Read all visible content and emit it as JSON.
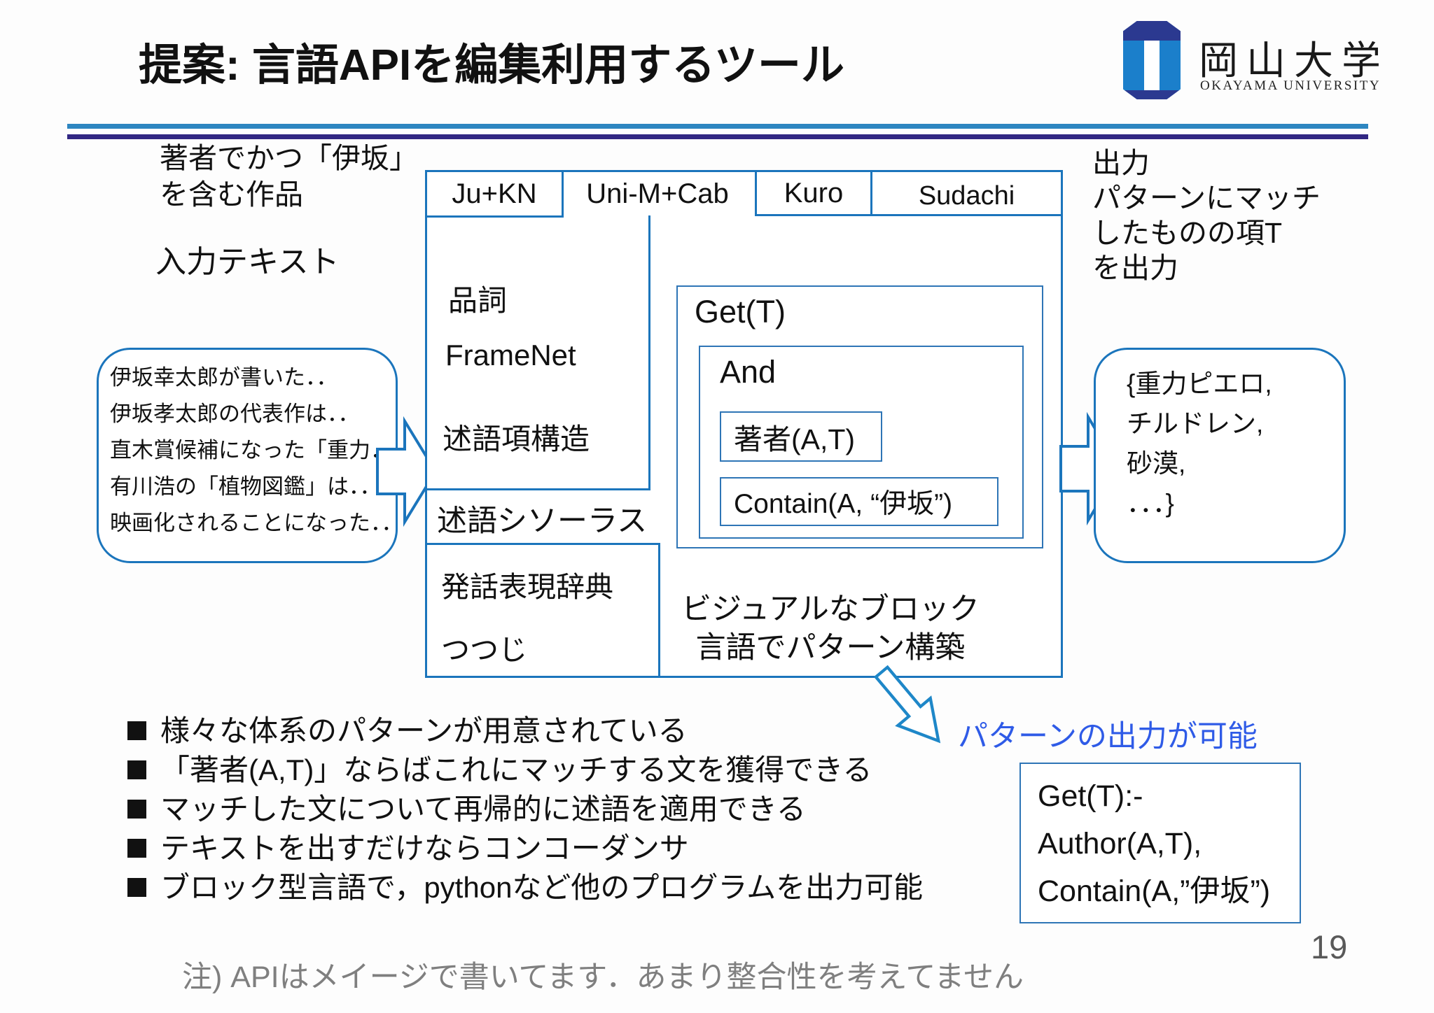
{
  "slide": {
    "title": "提案: 言語APIを編集利用するツール",
    "page_number": "19",
    "footnote": "注) APIはメイージで書いてます．あまり整合性を考えてません"
  },
  "logo": {
    "university_ja": "岡山大学",
    "university_en": "OKAYAMA UNIVERSITY"
  },
  "input": {
    "query_caption_line1": "著者でかつ「伊坂」",
    "query_caption_line2": "を含む作品",
    "label": "入力テキスト",
    "lines": [
      "伊坂幸太郎が書いた．．",
      "伊坂孝太郎の代表作は．．",
      "直木賞候補になった「重力．．",
      "有川浩の「植物図鑑」は．．",
      "映画化されることになった．．"
    ]
  },
  "tool": {
    "tabs": [
      "Ju+KN",
      "Uni-M+Cab",
      "Kuro",
      "Sudachi"
    ],
    "resources": [
      "品詞",
      "FrameNet",
      "述語項構造"
    ],
    "thesaurus": "述語シソーラス",
    "dictionaries": [
      "発話表現辞典",
      "つつじ"
    ],
    "pattern": {
      "get": "Get(T)",
      "and": "And",
      "author": "著者(A,T)",
      "contain": "Contain(A, “伊坂”)"
    },
    "caption_line1": "ビジュアルなブロック",
    "caption_line2": "言語でパターン構築"
  },
  "output": {
    "caption_lines": [
      "出力",
      "パターンにマッチ",
      "したものの項T",
      "を出力"
    ],
    "result_lines": [
      "{重力ピエロ,",
      "チルドレン,",
      "砂漠,",
      "．．．}"
    ]
  },
  "pattern_export": {
    "label": "パターンの出力が可能",
    "code_lines": [
      "Get(T):-",
      "Author(A,T),",
      "Contain(A,”伊坂”)"
    ]
  },
  "bullets": [
    "様々な体系のパターンが用意されている",
    "「著者(A,T)」ならばこれにマッチする文を獲得できる",
    "マッチした文について再帰的に述語を適用できる",
    "テキストを出すだけならコンコーダンサ",
    "ブロック型言語で，pythonなど他のプログラムを出力可能"
  ],
  "colors": {
    "accent_blue": "#1B75BC",
    "box_blue": "#2E75B6",
    "rule_top": "#2E86C1",
    "rule_bottom": "#312783",
    "link_blue": "#2F5BE7",
    "arrow_blue": "#1E87C8",
    "gray_text": "#7F7F7F",
    "logo_dark": "#2B3990",
    "logo_bright": "#1B7FCB"
  }
}
